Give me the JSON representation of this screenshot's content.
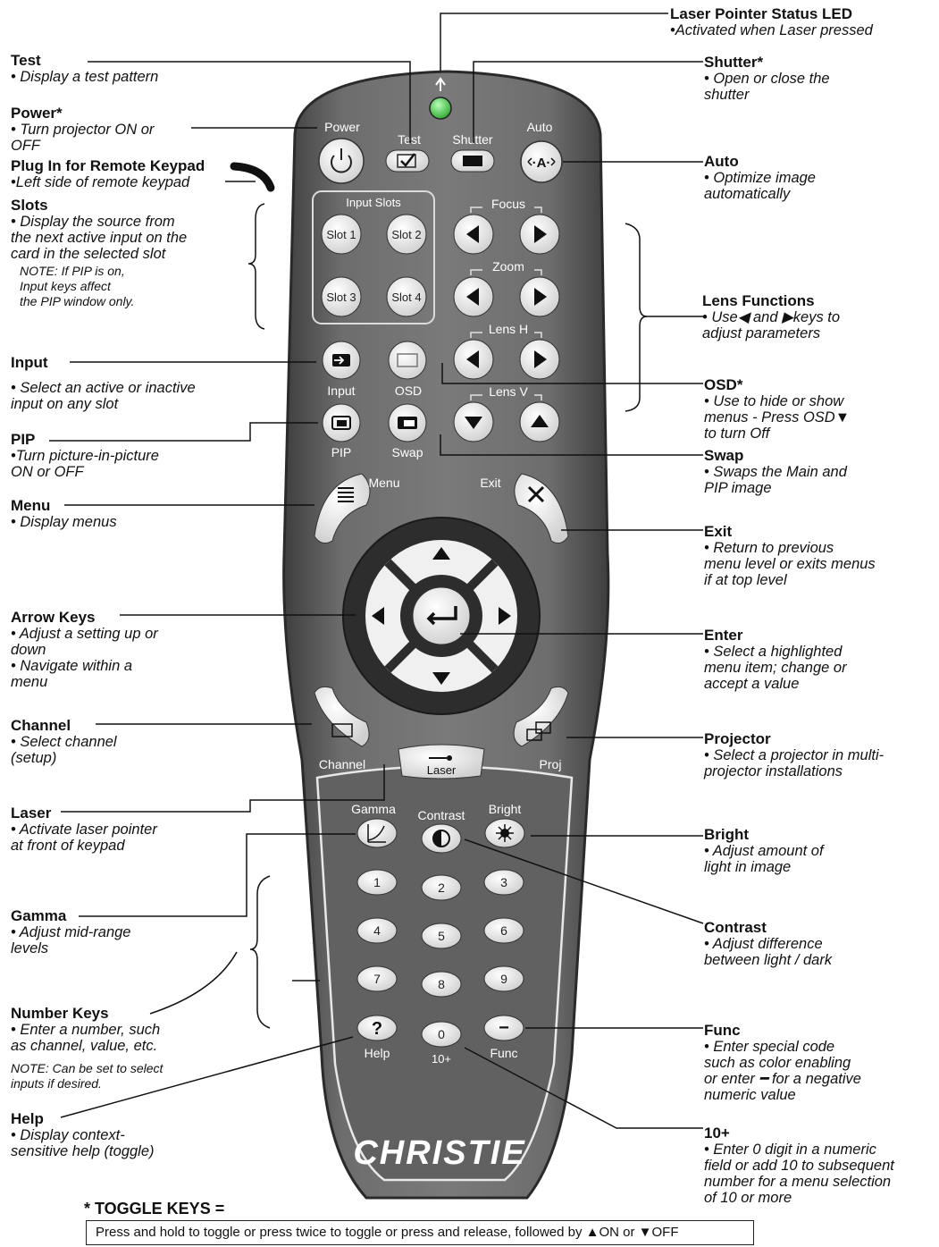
{
  "brand": "CHRISTIE",
  "remote_keys": {
    "power": "Power",
    "test": "Test",
    "shutter": "Shutter",
    "auto": "Auto",
    "input_slots": "Input Slots",
    "slot1": "Slot 1",
    "slot2": "Slot 2",
    "slot3": "Slot 3",
    "slot4": "Slot 4",
    "focus": "Focus",
    "zoom": "Zoom",
    "lens_h": "Lens H",
    "lens_v": "Lens V",
    "input": "Input",
    "osd": "OSD",
    "pip": "PIP",
    "swap": "Swap",
    "menu": "Menu",
    "exit": "Exit",
    "channel": "Channel",
    "laser": "Laser",
    "proj": "Proj",
    "gamma": "Gamma",
    "contrast": "Contrast",
    "bright": "Bright",
    "num1": "1",
    "num2": "2",
    "num3": "3",
    "num4": "4",
    "num5": "5",
    "num6": "6",
    "num7": "7",
    "num8": "8",
    "num9": "9",
    "num0": "0",
    "help": "Help",
    "func": "Func",
    "ten_plus": "10+",
    "help_glyph": "?",
    "func_glyph": "−"
  },
  "callouts": {
    "test": {
      "title": "Test",
      "desc": "• Display a test pattern"
    },
    "power": {
      "title": "Power*",
      "desc": "• Turn projector ON or\n   OFF"
    },
    "plug": {
      "title": "Plug In for Remote Keypad",
      "desc": "•Left side of remote keypad"
    },
    "slots": {
      "title": "Slots",
      "desc": "• Display the source from\n   the next active input on the\n   card in the selected slot",
      "note": "NOTE: If PIP is on,\nInput keys affect\nthe PIP window only."
    },
    "input": {
      "title": "Input",
      "desc": "• Select an active or inactive\n   input on any slot"
    },
    "pip": {
      "title": "PIP",
      "desc": "•Turn picture-in-picture\n  ON or OFF"
    },
    "menu": {
      "title": "Menu",
      "desc": "• Display menus"
    },
    "arrow": {
      "title": "Arrow Keys",
      "desc": "• Adjust a setting up or\n   down\n• Navigate within a\n   menu"
    },
    "channel": {
      "title": "Channel",
      "desc": "• Select channel\n   (setup)"
    },
    "laser": {
      "title": "Laser",
      "desc": "• Activate laser pointer\n   at front of keypad"
    },
    "gamma": {
      "title": "Gamma",
      "desc": "• Adjust mid-range\n   levels"
    },
    "number": {
      "title": "Number Keys",
      "desc": "• Enter a number, such\n   as channel, value, etc.",
      "note": "NOTE: Can be set to select\ninputs if desired."
    },
    "help": {
      "title": "Help",
      "desc": "• Display context-\n  sensitive help (toggle)"
    },
    "led": {
      "title": "Laser Pointer Status LED",
      "desc": "•Activated when Laser pressed"
    },
    "shutter": {
      "title": "Shutter*",
      "desc": "• Open or close the\n   shutter"
    },
    "auto": {
      "title": "Auto",
      "desc": "• Optimize image\n   automatically"
    },
    "lens": {
      "title": "Lens Functions",
      "desc": "• Use◀ and ▶keys to\n   adjust parameters"
    },
    "osd": {
      "title": "OSD*",
      "desc": "• Use to hide or show\n   menus  -  Press OSD▼\n   to turn Off"
    },
    "swap": {
      "title": "Swap",
      "desc": "• Swaps the Main and\n   PIP image"
    },
    "exit": {
      "title": "Exit",
      "desc": "• Return to previous\n   menu level or exits menus\n   if at top level"
    },
    "enter": {
      "title": "Enter",
      "desc": "• Select a highlighted\n   menu item; change or\n   accept a value"
    },
    "projector": {
      "title": "Projector",
      "desc": "• Select a projector in multi-\n   projector installations"
    },
    "bright": {
      "title": "Bright",
      "desc": "• Adjust amount of\n   light in image"
    },
    "contrast": {
      "title": "Contrast",
      "desc": "• Adjust difference\n   between light / dark"
    },
    "func": {
      "title": "Func",
      "desc": "• Enter special code\n   such as color enabling\n   or enter  ━  for a negative\n   numeric value"
    },
    "tenplus": {
      "title": "10+",
      "desc": "• Enter 0 digit in a numeric\n   field or add 10 to subsequent\n   number for a menu selection\n   of 10 or more"
    }
  },
  "toggle": {
    "title": "* TOGGLE KEYS =",
    "text": "Press and hold to toggle or press twice to toggle or press and release, followed by ▲ON or ▼OFF"
  },
  "colors": {
    "body": "#6b6b6b",
    "body_dark": "#3a3a3a",
    "key": "#f2f2f2",
    "led": "#4cd964",
    "label": "#ffffff"
  }
}
